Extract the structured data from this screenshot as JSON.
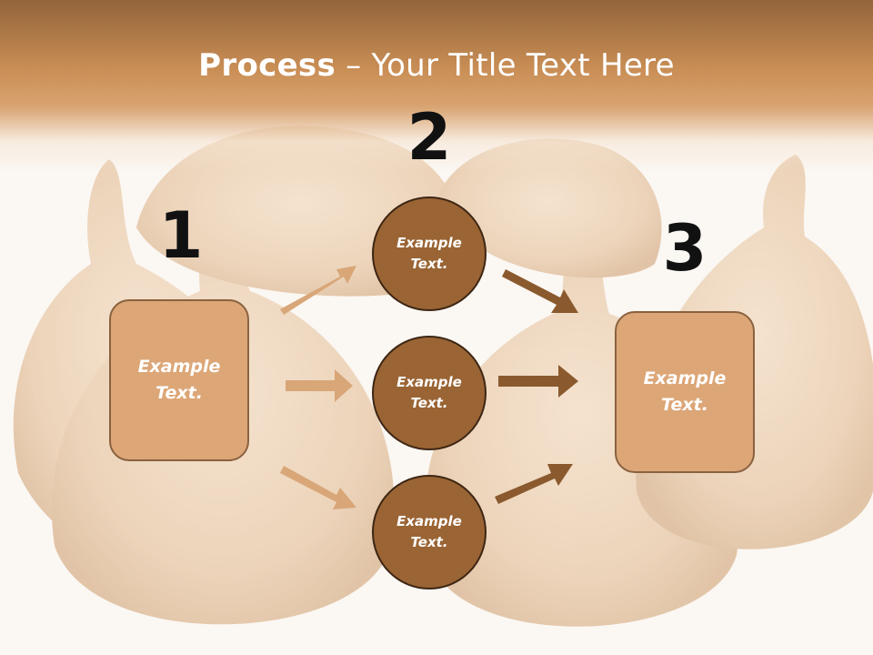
{
  "title": {
    "bold": "Process",
    "rest": " – Your Title Text Here"
  },
  "steps": {
    "num1": "1",
    "num2": "2",
    "num3": "3"
  },
  "boxes": {
    "left": "Example\nText.",
    "right": "Example\nText."
  },
  "circles": [
    "Example\nText.",
    "Example\nText.",
    "Example\nText."
  ],
  "colors": {
    "header_top": "#93643a",
    "header_mid": "#c98e55",
    "box_fill": "#dca677",
    "box_border": "#8a6240",
    "circle_fill": "#9a6434",
    "arrow_light": "#d9a678",
    "arrow_dark": "#8a5a2e"
  },
  "background_image": "dried-figs"
}
